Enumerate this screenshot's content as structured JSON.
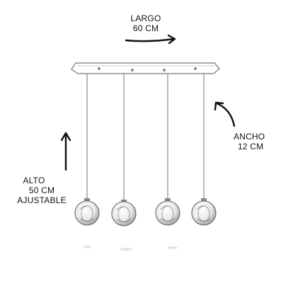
{
  "dimensions": {
    "largo": {
      "label": "LARGO",
      "value": "60 CM"
    },
    "ancho": {
      "label": "ANCHO",
      "value": "12 CM"
    },
    "alto": {
      "label": "ALTO",
      "value": "50 CM",
      "note": "AJUSTABLE"
    }
  },
  "product": {
    "pendant_count": 4
  },
  "colors": {
    "text": "#111111",
    "line": "#555555",
    "arrow": "#111111"
  }
}
